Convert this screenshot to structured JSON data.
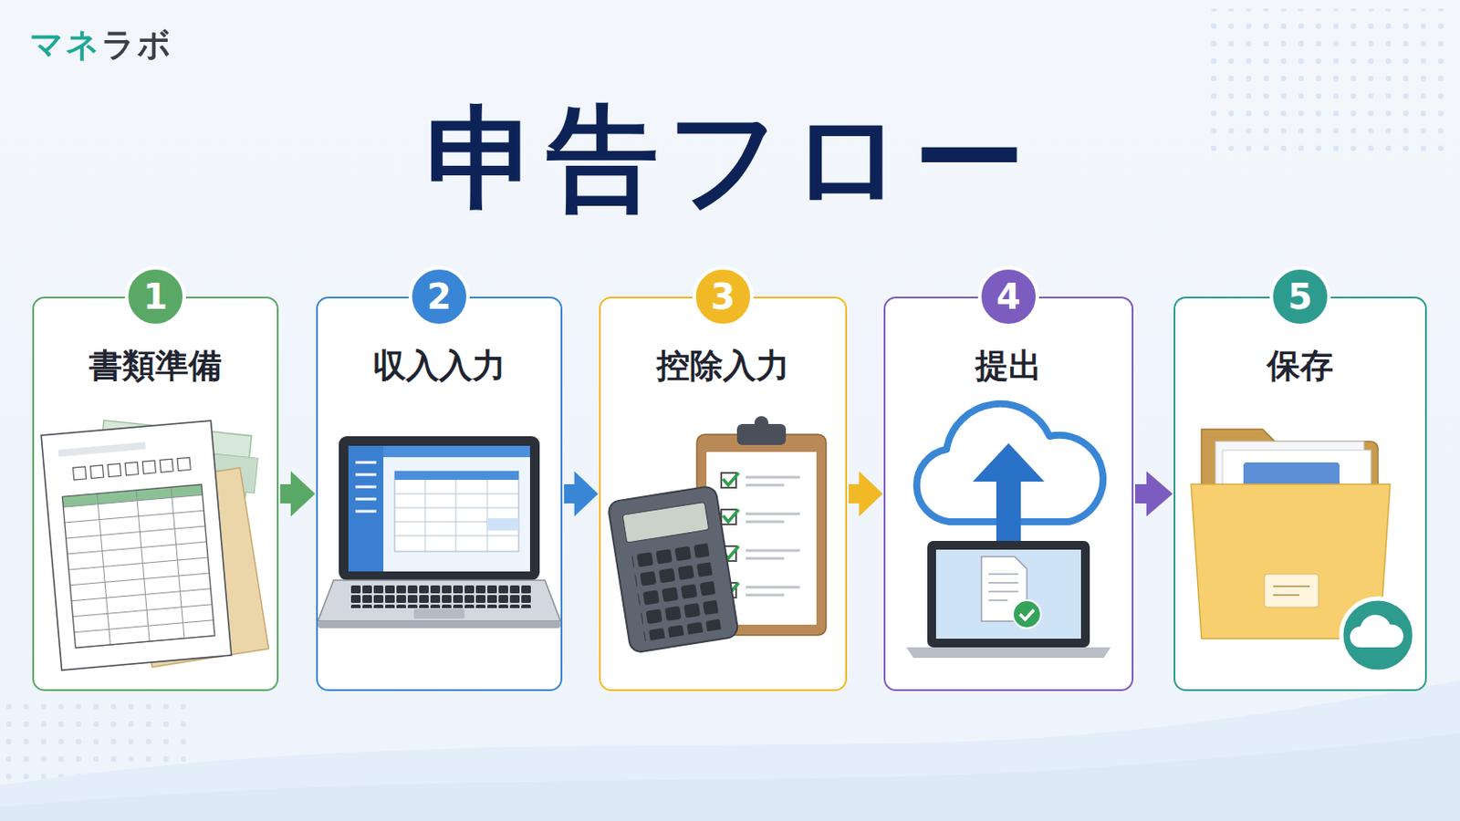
{
  "diagram": {
    "title": "申告フロー",
    "nodes": [
      {
        "text": [
          "1",
          "書類準備"
        ]
      },
      {
        "text": [
          "2",
          "収入入力"
        ]
      },
      {
        "text": [
          "3",
          "控除入力"
        ]
      },
      {
        "text": [
          "4",
          "提出"
        ]
      },
      {
        "text": [
          "5",
          "保存"
        ]
      }
    ],
    "edges": [
      {
        "from": 0,
        "to": 1,
        "arrow": "to"
      },
      {
        "from": 1,
        "to": 2,
        "arrow": "to"
      },
      {
        "from": 2,
        "to": 3,
        "arrow": "to"
      },
      {
        "from": 3,
        "to": 4,
        "arrow": "to"
      }
    ],
    "labels": [
      "マネラボ"
    ]
  }
}
